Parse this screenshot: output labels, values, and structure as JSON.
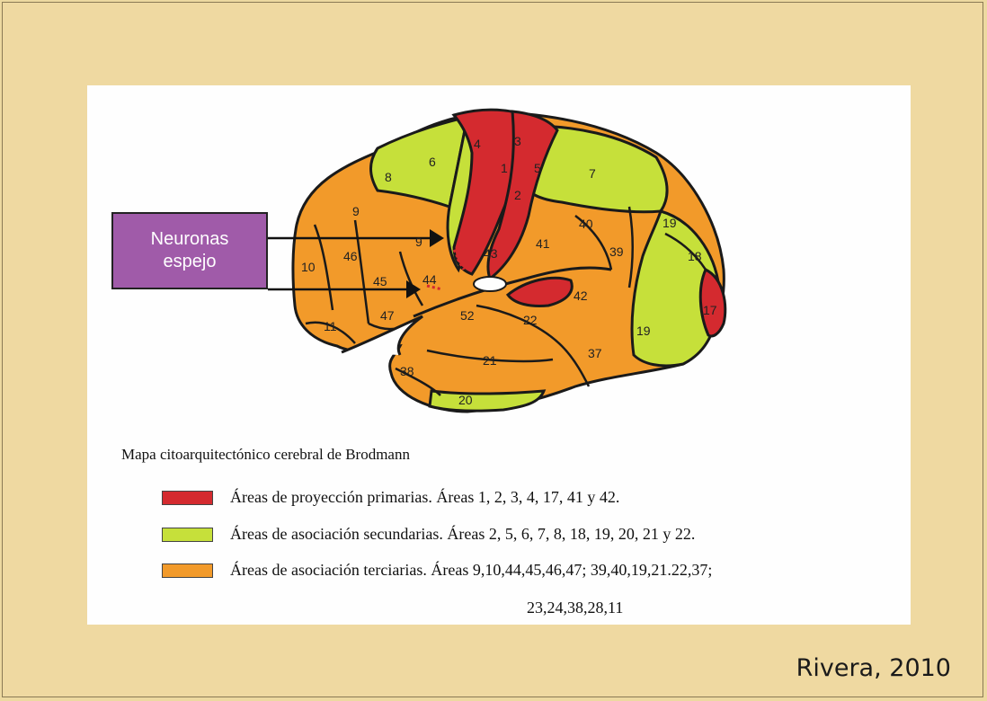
{
  "callout": {
    "line1": "Neuronas",
    "line2": "espejo"
  },
  "legend": {
    "title": "Mapa citoarquitectónico cerebral de Brodmann",
    "items": [
      {
        "color": "#d42a2f",
        "text": "Áreas de proyección primarias. Áreas 1, 2, 3, 4, 17, 41 y 42."
      },
      {
        "color": "#c6e03a",
        "text": "Áreas de asociación secundarias. Áreas 2, 5, 6, 7, 8, 18, 19, 20, 21 y 22."
      },
      {
        "color": "#f29a2a",
        "text": "Áreas de asociación terciarias. Áreas 9,10,44,45,46,47; 39,40,19,21.22,37;"
      }
    ],
    "continuation": "23,24,38,28,11"
  },
  "areas": [
    "4",
    "3",
    "1",
    "2",
    "5",
    "7",
    "6",
    "8",
    "9",
    "9",
    "10",
    "46",
    "45",
    "44",
    "47",
    "11",
    "40",
    "41",
    "43",
    "39",
    "19",
    "18",
    "17",
    "42",
    "52",
    "22",
    "19",
    "37",
    "21",
    "38",
    "20"
  ],
  "credit": "Rivera, 2010",
  "colors": {
    "primary": "#d42a2f",
    "secondary": "#c6e03a",
    "tertiary": "#f29a2a",
    "callout": "#a05ba9",
    "background": "#efd9a1"
  }
}
